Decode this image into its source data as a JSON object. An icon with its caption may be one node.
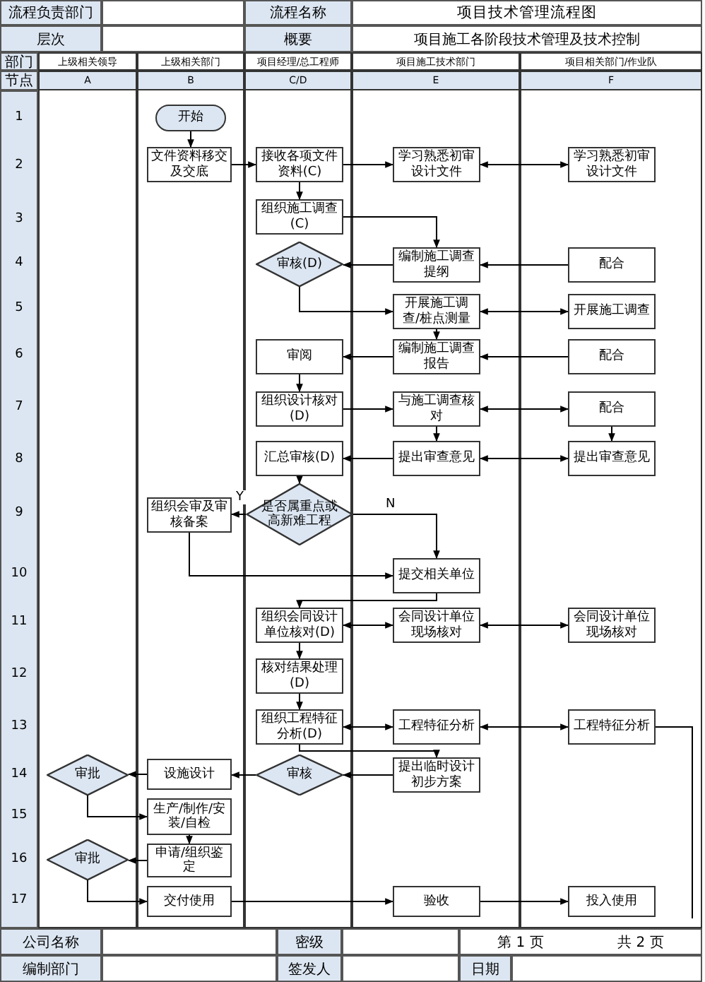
{
  "diagram": {
    "title": "项目技术管理流程图",
    "nodes": [
      {
        "text": [
          "上级相关领导",
          "A"
        ]
      },
      {
        "text": [
          "上级相关部门",
          "B"
        ]
      },
      {
        "text": [
          "项目经理/总工程师",
          "C/D"
        ]
      },
      {
        "text": [
          "项目施工技术部门",
          "E"
        ]
      },
      {
        "text": [
          "项目相关部门/作业队",
          "F"
        ]
      },
      {
        "text": [
          "开始"
        ],
        "in": 1
      },
      {
        "text": [
          "文件资料移交及交底"
        ],
        "in": 1
      },
      {
        "text": [
          "接收各项文件资料(C)"
        ],
        "in": 2
      },
      {
        "text": [
          "学习熟悉初审设计文件"
        ],
        "in": 3
      },
      {
        "text": [
          "学习熟悉初审设计文件"
        ],
        "in": 4
      },
      {
        "text": [
          "组织施工调查(C)"
        ],
        "in": 2
      },
      {
        "text": [
          "审核(D)"
        ],
        "in": 2
      },
      {
        "text": [
          "编制施工调查提纲"
        ],
        "in": 3
      },
      {
        "text": [
          "配合"
        ],
        "in": 4
      },
      {
        "text": [
          "开展施工调查/桩点测量"
        ],
        "in": 3
      },
      {
        "text": [
          "开展施工调查"
        ],
        "in": 4
      },
      {
        "text": [
          "审阅"
        ],
        "in": 2
      },
      {
        "text": [
          "编制施工调查报告"
        ],
        "in": 3
      },
      {
        "text": [
          "配合"
        ],
        "in": 4
      },
      {
        "text": [
          "组织设计核对(D)"
        ],
        "in": 2
      },
      {
        "text": [
          "与施工调查核对"
        ],
        "in": 3
      },
      {
        "text": [
          "配合"
        ],
        "in": 4
      },
      {
        "text": [
          "汇总审核(D)"
        ],
        "in": 2
      },
      {
        "text": [
          "提出审查意见"
        ],
        "in": 3
      },
      {
        "text": [
          "提出审查意见"
        ],
        "in": 4
      },
      {
        "text": [
          "组织会审及审核备案"
        ],
        "in": 1
      },
      {
        "text": [
          "是否属重点或高新难工程"
        ],
        "in": 2
      },
      {
        "text": [
          "提交相关单位"
        ],
        "in": 3
      },
      {
        "text": [
          "组织会同设计单位核对(D)"
        ],
        "in": 2
      },
      {
        "text": [
          "会同设计单位现场核对"
        ],
        "in": 3
      },
      {
        "text": [
          "会同设计单位现场核对"
        ],
        "in": 4
      },
      {
        "text": [
          "核对结果处理(D)"
        ],
        "in": 2
      },
      {
        "text": [
          "组织工程特征分析(D)"
        ],
        "in": 2
      },
      {
        "text": [
          "工程特征分析"
        ],
        "in": 3
      },
      {
        "text": [
          "工程特征分析"
        ],
        "in": 4
      },
      {
        "text": [
          "审批"
        ],
        "in": 0
      },
      {
        "text": [
          "设施设计"
        ],
        "in": 1
      },
      {
        "text": [
          "审核"
        ],
        "in": 2
      },
      {
        "text": [
          "提出临时设计初步方案"
        ],
        "in": 3
      },
      {
        "text": [
          "生产/制作/安装/自检"
        ],
        "in": 1
      },
      {
        "text": [
          "审批"
        ],
        "in": 0
      },
      {
        "text": [
          "申请/组织鉴定"
        ],
        "in": 1
      },
      {
        "text": [
          "交付使用"
        ],
        "in": 1
      },
      {
        "text": [
          "验收"
        ],
        "in": 3
      },
      {
        "text": [
          "投入使用"
        ],
        "in": 4
      }
    ],
    "edges": [
      {
        "from": 5,
        "to": 6,
        "arrow": "to"
      },
      {
        "from": 6,
        "to": 7,
        "arrow": "to"
      },
      {
        "from": 7,
        "to": 8,
        "arrow": "to"
      },
      {
        "from": 8,
        "to": 9,
        "arrow": "both"
      },
      {
        "from": 7,
        "to": 10,
        "arrow": "to"
      },
      {
        "from": 10,
        "to": 12,
        "arrow": "to"
      },
      {
        "from": 12,
        "to": 11,
        "arrow": "to"
      },
      {
        "from": 13,
        "to": 12,
        "arrow": "to"
      },
      {
        "from": 11,
        "to": 14,
        "arrow": "to"
      },
      {
        "from": 14,
        "to": 15,
        "arrow": "both"
      },
      {
        "from": 14,
        "to": 17,
        "arrow": "to"
      },
      {
        "from": 17,
        "to": 16,
        "arrow": "to"
      },
      {
        "from": 18,
        "to": 17,
        "arrow": "to"
      },
      {
        "from": 16,
        "to": 19,
        "arrow": "to"
      },
      {
        "from": 19,
        "to": 20,
        "arrow": "to"
      },
      {
        "from": 20,
        "to": 21,
        "arrow": "both"
      },
      {
        "from": 20,
        "to": 23,
        "arrow": "to"
      },
      {
        "from": 21,
        "to": 24,
        "arrow": "to"
      },
      {
        "from": 23,
        "to": 22,
        "arrow": "to"
      },
      {
        "from": 23,
        "to": 24,
        "arrow": "both"
      },
      {
        "from": 22,
        "to": 26,
        "arrow": "to"
      },
      {
        "from": 26,
        "to": 25,
        "arrow": "to",
        "label": "Y"
      },
      {
        "from": 26,
        "to": 27,
        "arrow": "to",
        "label": "N"
      },
      {
        "from": 25,
        "to": 27,
        "arrow": "to"
      },
      {
        "from": 27,
        "to": 28,
        "arrow": "to"
      },
      {
        "from": 28,
        "to": 29,
        "arrow": "both"
      },
      {
        "from": 29,
        "to": 30,
        "arrow": "both"
      },
      {
        "from": 28,
        "to": 31,
        "arrow": "to"
      },
      {
        "from": 31,
        "to": 32,
        "arrow": "to"
      },
      {
        "from": 32,
        "to": 33,
        "arrow": "both"
      },
      {
        "from": 33,
        "to": 34,
        "arrow": "both"
      },
      {
        "from": 32,
        "to": 38,
        "arrow": "to"
      },
      {
        "from": 38,
        "to": 37,
        "arrow": "to"
      },
      {
        "from": 37,
        "to": 36,
        "arrow": "to"
      },
      {
        "from": 36,
        "to": 35,
        "arrow": "to"
      },
      {
        "from": 35,
        "to": 39,
        "arrow": "to"
      },
      {
        "from": 39,
        "to": 41,
        "arrow": "to"
      },
      {
        "from": 41,
        "to": 40,
        "arrow": "to"
      },
      {
        "from": 40,
        "to": 42,
        "arrow": "to"
      },
      {
        "from": 42,
        "to": 43,
        "arrow": "to"
      },
      {
        "from": 43,
        "to": 44,
        "arrow": "to"
      },
      {
        "from": 34,
        "to": null,
        "arrow": "none"
      }
    ],
    "labels": [
      "流程负责部门",
      "流程名称",
      "层次",
      "概要",
      "项目施工各阶段技术管理及技术控制",
      "部门",
      "节点",
      "1",
      "2",
      "3",
      "4",
      "5",
      "6",
      "7",
      "8",
      "9",
      "10",
      "11",
      "12",
      "13",
      "14",
      "15",
      "16",
      "17",
      "公司名称",
      "密级",
      "第 1 页",
      "共 2 页",
      "编制部门",
      "签发人",
      "日期"
    ]
  }
}
